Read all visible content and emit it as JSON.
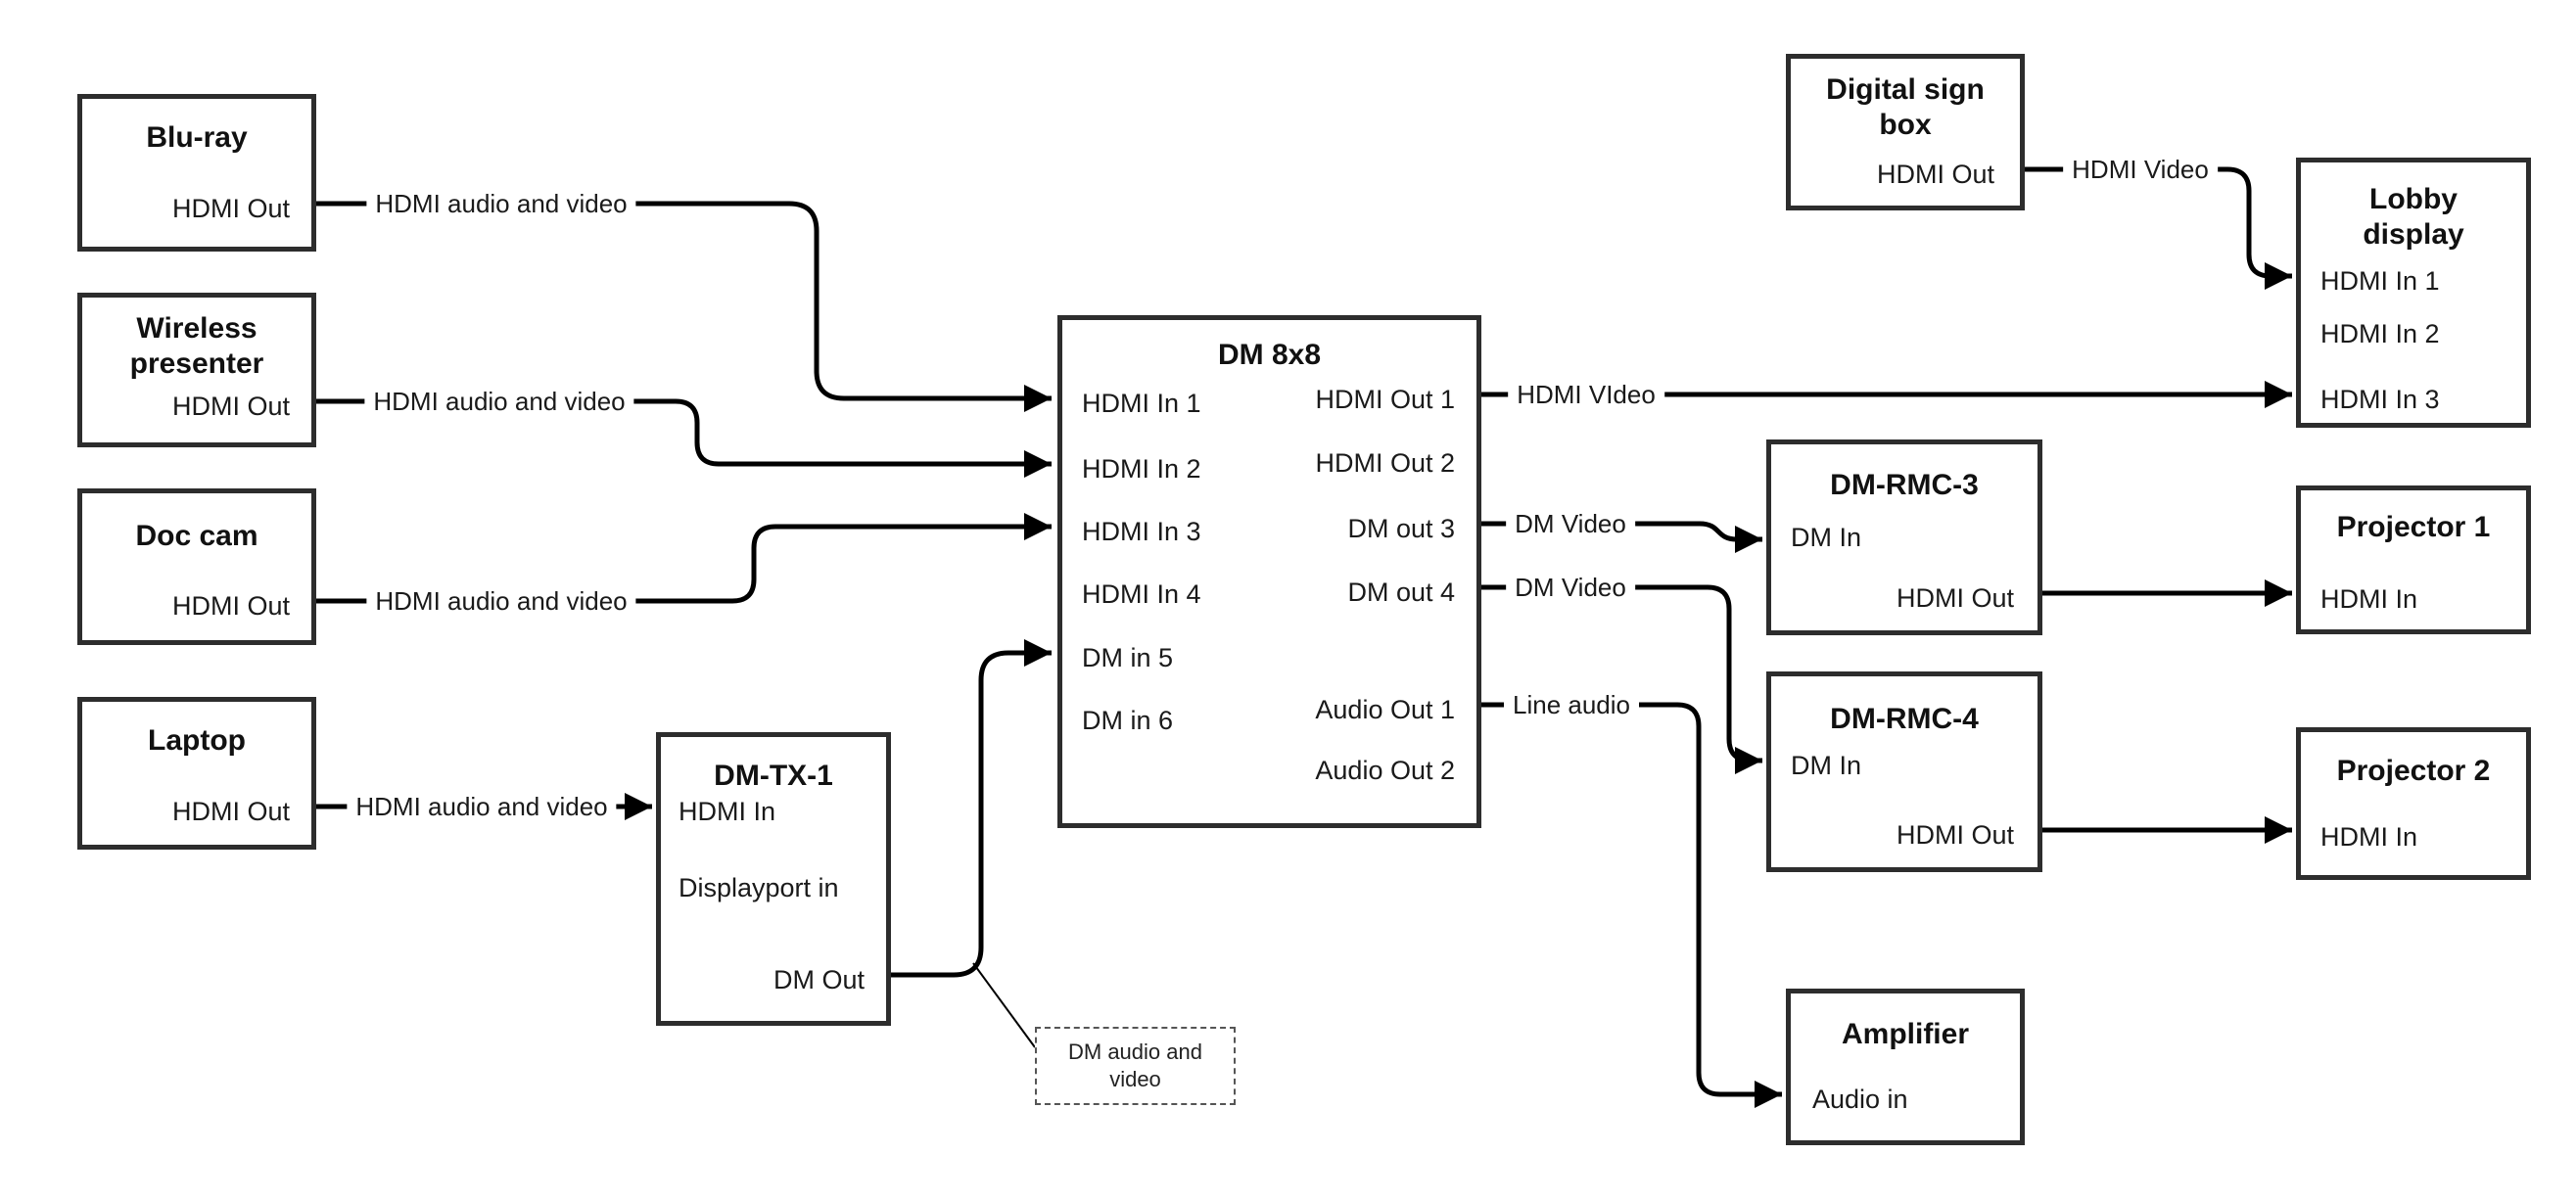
{
  "nodes": {
    "bluray": {
      "title": "Blu-ray",
      "ports": {
        "hdmi_out": "HDMI Out"
      }
    },
    "wireless": {
      "title": "Wireless presenter",
      "ports": {
        "hdmi_out": "HDMI Out"
      }
    },
    "doccam": {
      "title": "Doc cam",
      "ports": {
        "hdmi_out": "HDMI Out"
      }
    },
    "laptop": {
      "title": "Laptop",
      "ports": {
        "hdmi_out": "HDMI Out"
      }
    },
    "dmtx1": {
      "title": "DM-TX-1",
      "ports": {
        "hdmi_in": "HDMI In",
        "dp_in": "Displayport in",
        "dm_out": "DM Out"
      }
    },
    "dm8x8": {
      "title": "DM 8x8",
      "ports": {
        "in1": "HDMI In 1",
        "in2": "HDMI In 2",
        "in3": "HDMI In 3",
        "in4": "HDMI In 4",
        "in5": "DM in 5",
        "in6": "DM in 6",
        "out1": "HDMI Out 1",
        "out2": "HDMI Out 2",
        "out3": "DM out 3",
        "out4": "DM out 4",
        "aout1": "Audio Out 1",
        "aout2": "Audio Out 2"
      }
    },
    "digital_sign": {
      "title": "Digital sign box",
      "ports": {
        "hdmi_out": "HDMI Out"
      }
    },
    "lobby": {
      "title": "Lobby display",
      "ports": {
        "in1": "HDMI In 1",
        "in2": "HDMI In 2",
        "in3": "HDMI In 3"
      }
    },
    "dmrmc3": {
      "title": "DM-RMC-3",
      "ports": {
        "dm_in": "DM In",
        "hdmi_out": "HDMI Out"
      }
    },
    "proj1": {
      "title": "Projector 1",
      "ports": {
        "hdmi_in": "HDMI In"
      }
    },
    "dmrmc4": {
      "title": "DM-RMC-4",
      "ports": {
        "dm_in": "DM In",
        "hdmi_out": "HDMI Out"
      }
    },
    "proj2": {
      "title": "Projector 2",
      "ports": {
        "hdmi_in": "HDMI In"
      }
    },
    "amp": {
      "title": "Amplifier",
      "ports": {
        "audio_in": "Audio in"
      }
    }
  },
  "edges": {
    "bluray_line": "HDMI audio and video",
    "wireless_line": "HDMI audio and video",
    "doccam_line": "HDMI audio and video",
    "laptop_line": "HDMI audio and video",
    "hdmi_out1_line": "HDMI VIdeo",
    "digital_sign_line": "HDMI Video",
    "dm_out3_line": "DM Video",
    "dm_out4_line": "DM Video",
    "audio_out1_line": "Line audio"
  },
  "note": {
    "text": "DM audio and video"
  },
  "colors": {
    "wire": "#000000",
    "box_border": "#2d2d2d",
    "note_border": "#555555"
  }
}
